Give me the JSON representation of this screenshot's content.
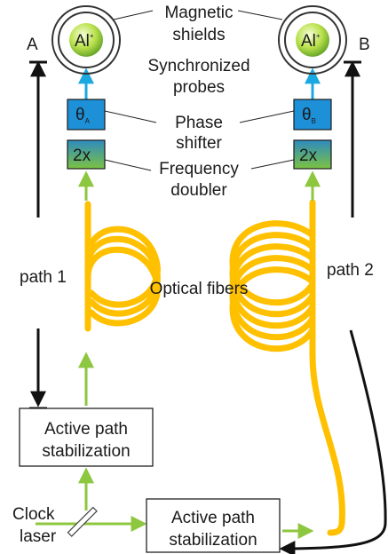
{
  "labels": {
    "magnetic_shields": [
      "Magnetic",
      "shields"
    ],
    "synchronized_probes": [
      "Synchronized",
      "probes"
    ],
    "phase_shifter": [
      "Phase",
      "shifter"
    ],
    "frequency_doubler": [
      "Frequency",
      "doubler"
    ],
    "optical_fibers": "Optical fibers",
    "path_1": "path 1",
    "path_2": "path 2",
    "clock_laser": [
      "Clock",
      "laser"
    ],
    "end_a": "A",
    "end_b": "B"
  },
  "ions": {
    "a": {
      "symbol": "Al",
      "charge": "+"
    },
    "b": {
      "symbol": "Al",
      "charge": "+"
    }
  },
  "phase_modules": {
    "a": {
      "symbol": "θ",
      "subscript": "A"
    },
    "b": {
      "symbol": "θ",
      "subscript": "B"
    }
  },
  "doubler_modules": {
    "a": "2x",
    "b": "2x"
  },
  "stabilization_boxes": {
    "left": [
      "Active path",
      "stabilization"
    ],
    "bottom": [
      "Active path",
      "stabilization"
    ]
  },
  "colors": {
    "fiber": "#FFC000",
    "beam_green": "#8DC63F",
    "beam_blue": "#1BA8E0",
    "phase_fill": "#1E90D8",
    "doubler_top": "#2E8BC0",
    "doubler_bottom": "#7CC242",
    "ion_glow": "#B8E04A",
    "line_black": "#111111"
  }
}
